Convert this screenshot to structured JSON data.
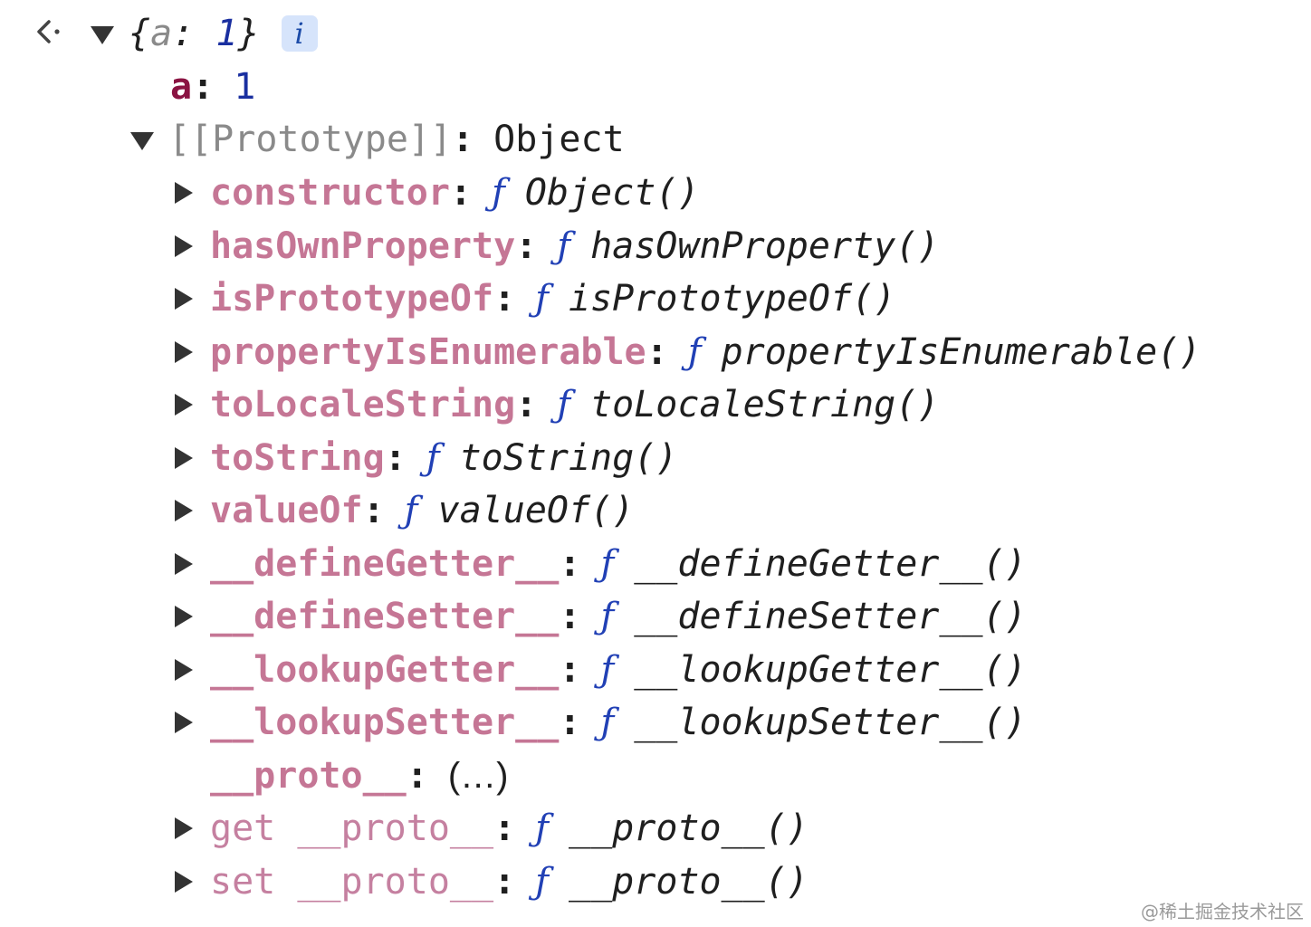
{
  "colors": {
    "own_key": "#8a1342",
    "inherited_key": "#b9587e",
    "number": "#1a2fa0",
    "function_symbol": "#2140b5",
    "info_badge_bg": "#d6e4fb"
  },
  "root": {
    "preview_open": "{",
    "preview_key": "a",
    "preview_colon": ":",
    "preview_value": "1",
    "preview_close": "}",
    "info_badge": "i",
    "expanded": true
  },
  "own_property": {
    "key": "a",
    "value": "1"
  },
  "prototype": {
    "label": "[[Prototype]]",
    "value": "Object",
    "expanded": true,
    "members": [
      {
        "key": "constructor",
        "fn_symbol": "ƒ",
        "fn": "Object()"
      },
      {
        "key": "hasOwnProperty",
        "fn_symbol": "ƒ",
        "fn": "hasOwnProperty()"
      },
      {
        "key": "isPrototypeOf",
        "fn_symbol": "ƒ",
        "fn": "isPrototypeOf()"
      },
      {
        "key": "propertyIsEnumerable",
        "fn_symbol": "ƒ",
        "fn": "propertyIsEnumerable()"
      },
      {
        "key": "toLocaleString",
        "fn_symbol": "ƒ",
        "fn": "toLocaleString()"
      },
      {
        "key": "toString",
        "fn_symbol": "ƒ",
        "fn": "toString()"
      },
      {
        "key": "valueOf",
        "fn_symbol": "ƒ",
        "fn": "valueOf()"
      },
      {
        "key": "__defineGetter__",
        "fn_symbol": "ƒ",
        "fn": "__defineGetter__()"
      },
      {
        "key": "__defineSetter__",
        "fn_symbol": "ƒ",
        "fn": "__defineSetter__()"
      },
      {
        "key": "__lookupGetter__",
        "fn_symbol": "ƒ",
        "fn": "__lookupGetter__()"
      },
      {
        "key": "__lookupSetter__",
        "fn_symbol": "ƒ",
        "fn": "__lookupSetter__()"
      }
    ],
    "proto_getter_row": {
      "key": "__proto__",
      "value": "(…)"
    },
    "accessors": [
      {
        "key": "get __proto__",
        "fn_symbol": "ƒ",
        "fn": "__proto__()"
      },
      {
        "key": "set __proto__",
        "fn_symbol": "ƒ",
        "fn": "__proto__()"
      }
    ]
  },
  "watermark": "@稀土掘金技术社区"
}
